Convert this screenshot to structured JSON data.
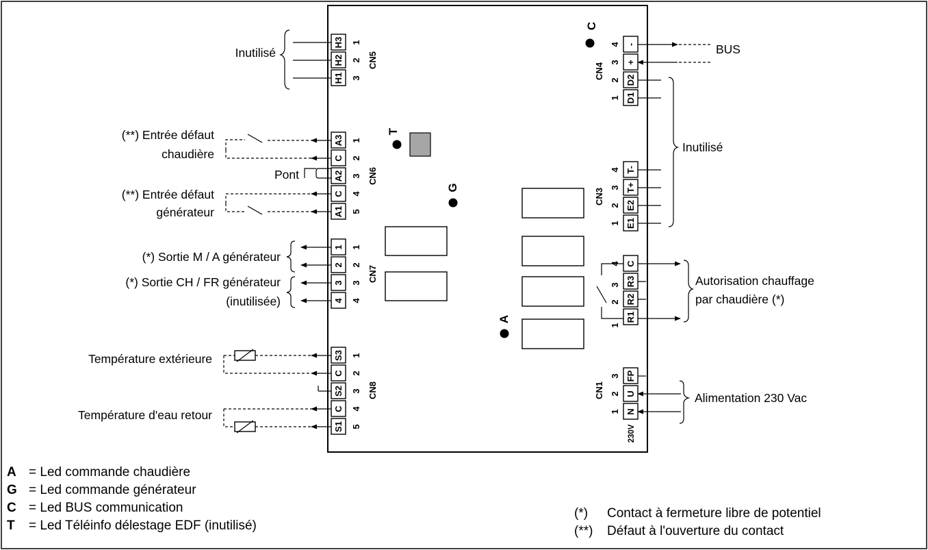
{
  "diagram": {
    "left_labels": {
      "cn5_unused": "Inutilisé",
      "boiler_fault_1": "(**) Entrée défaut",
      "boiler_fault_2": "chaudière",
      "bridge": "Pont",
      "gen_fault_1": "(**) Entrée défaut",
      "gen_fault_2": "générateur",
      "gen_onoff": "(*) Sortie M / A générateur",
      "gen_chfr": "(*) Sortie CH / FR générateur",
      "gen_chfr_note": "(inutilisée)",
      "temp_ext": "Température extérieure",
      "temp_return": "Température d'eau retour"
    },
    "right_labels": {
      "bus": "BUS",
      "cn3_unused": "Inutilisé",
      "heating_1": "Autorisation chauffage",
      "heating_2": "par chaudière (*)",
      "power": "Alimentation 230 Vac"
    },
    "leds": [
      "C",
      "T",
      "G",
      "A"
    ],
    "connectors": {
      "cn5": {
        "name": "CN5",
        "pins": [
          "H3",
          "H2",
          "H1"
        ],
        "nums": [
          "1",
          "2",
          "3"
        ]
      },
      "cn6": {
        "name": "CN6",
        "pins": [
          "A3",
          "C",
          "A2",
          "C",
          "A1"
        ],
        "nums": [
          "1",
          "2",
          "3",
          "4",
          "5"
        ]
      },
      "cn7": {
        "name": "CN7",
        "pins": [
          "1",
          "2",
          "3",
          "4"
        ],
        "nums": [
          "1",
          "2",
          "3",
          "4"
        ]
      },
      "cn8": {
        "name": "CN8",
        "pins": [
          "S3",
          "C",
          "S2",
          "C",
          "S1"
        ],
        "nums": [
          "1",
          "2",
          "3",
          "4",
          "5"
        ]
      },
      "cn4": {
        "name": "CN4",
        "pins": [
          "-",
          "+",
          "D2",
          "D1"
        ],
        "nums": [
          "4",
          "3",
          "2",
          "1"
        ]
      },
      "cn3": {
        "name": "CN3",
        "pins": [
          "T-",
          "T+",
          "E2",
          "E1"
        ],
        "nums": [
          "4",
          "3",
          "2",
          "1"
        ]
      },
      "relay": {
        "pins": [
          "C",
          "R3",
          "R2",
          "R1"
        ],
        "nums": [
          "4",
          "3",
          "2",
          "1"
        ]
      },
      "cn1": {
        "name": "CN1",
        "pins": [
          "FP",
          "U",
          "N"
        ],
        "nums": [
          "3",
          "2",
          "1"
        ],
        "voltage": "230V"
      }
    }
  },
  "legend": {
    "left": [
      {
        "key": "A",
        "text": "= Led commande chaudière"
      },
      {
        "key": "G",
        "text": "= Led commande générateur"
      },
      {
        "key": "C",
        "text": "= Led BUS communication"
      },
      {
        "key": "T",
        "text": "= Led Téléinfo délestage EDF (inutilisé)"
      }
    ],
    "right": [
      {
        "key": "(*)",
        "text": "Contact à fermeture libre de potentiel"
      },
      {
        "key": "(**)",
        "text": "Défaut à l'ouverture du contact"
      }
    ]
  }
}
